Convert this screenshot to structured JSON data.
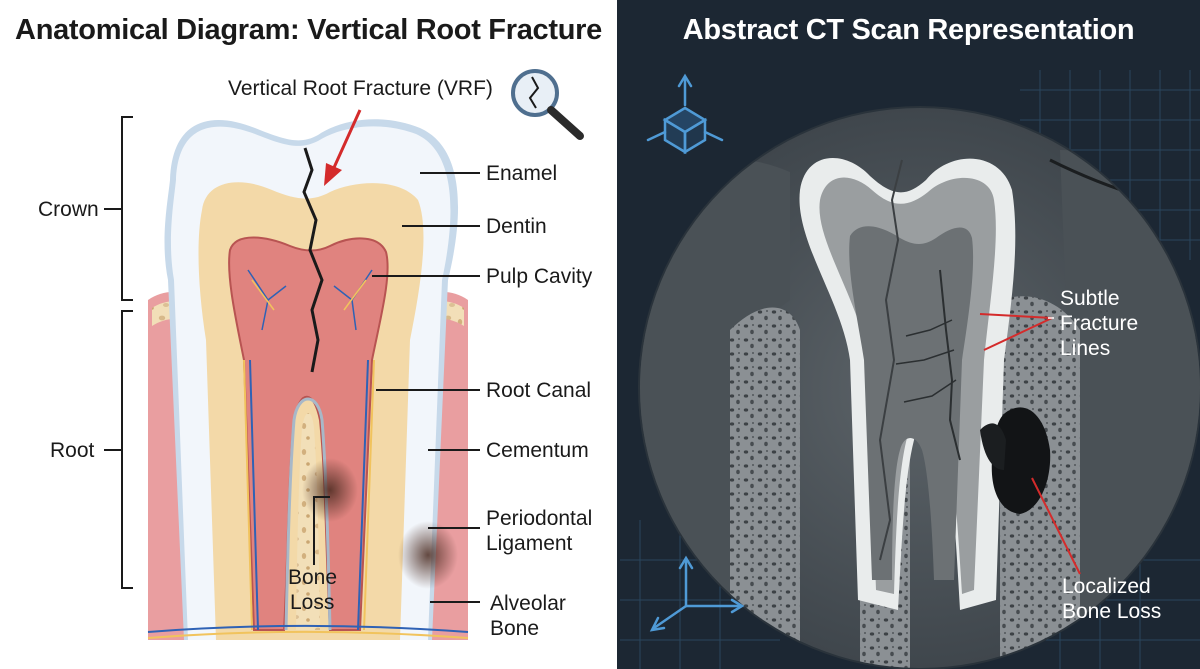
{
  "titles": {
    "left": "Anatomical Diagram: Vertical Root Fracture",
    "right": "Abstract CT Scan Representation"
  },
  "left_labels": {
    "vrf": "Vertical Root Fracture (VRF)",
    "crown": "Crown",
    "root": "Root",
    "enamel": "Enamel",
    "dentin": "Dentin",
    "pulp_cavity": "Pulp Cavity",
    "root_canal": "Root Canal",
    "cementum": "Cementum",
    "periodontal_1": "Periodontal",
    "periodontal_2": "Ligament",
    "alveolar_1": "Alveolar",
    "alveolar_2": "Bone",
    "bone_loss_1": "Bone",
    "bone_loss_2": "Loss"
  },
  "right_labels": {
    "fracture_1": "Subtle",
    "fracture_2": "Fracture",
    "fracture_3": "Lines",
    "bone_loss_1": "Localized",
    "bone_loss_2": "Bone Loss"
  },
  "colors": {
    "enamel": "#f2f6fb",
    "dentin": "#f3d9a8",
    "pulp": "#e0837f",
    "gum": "#e99ea0",
    "bone": "#f2dfb8",
    "ct_background": "#1c2733",
    "accent_arrow": "#d42b2b",
    "axis_blue": "#4f9ad6"
  },
  "icons": [
    "magnifier-icon",
    "axis-gizmo-icon"
  ]
}
